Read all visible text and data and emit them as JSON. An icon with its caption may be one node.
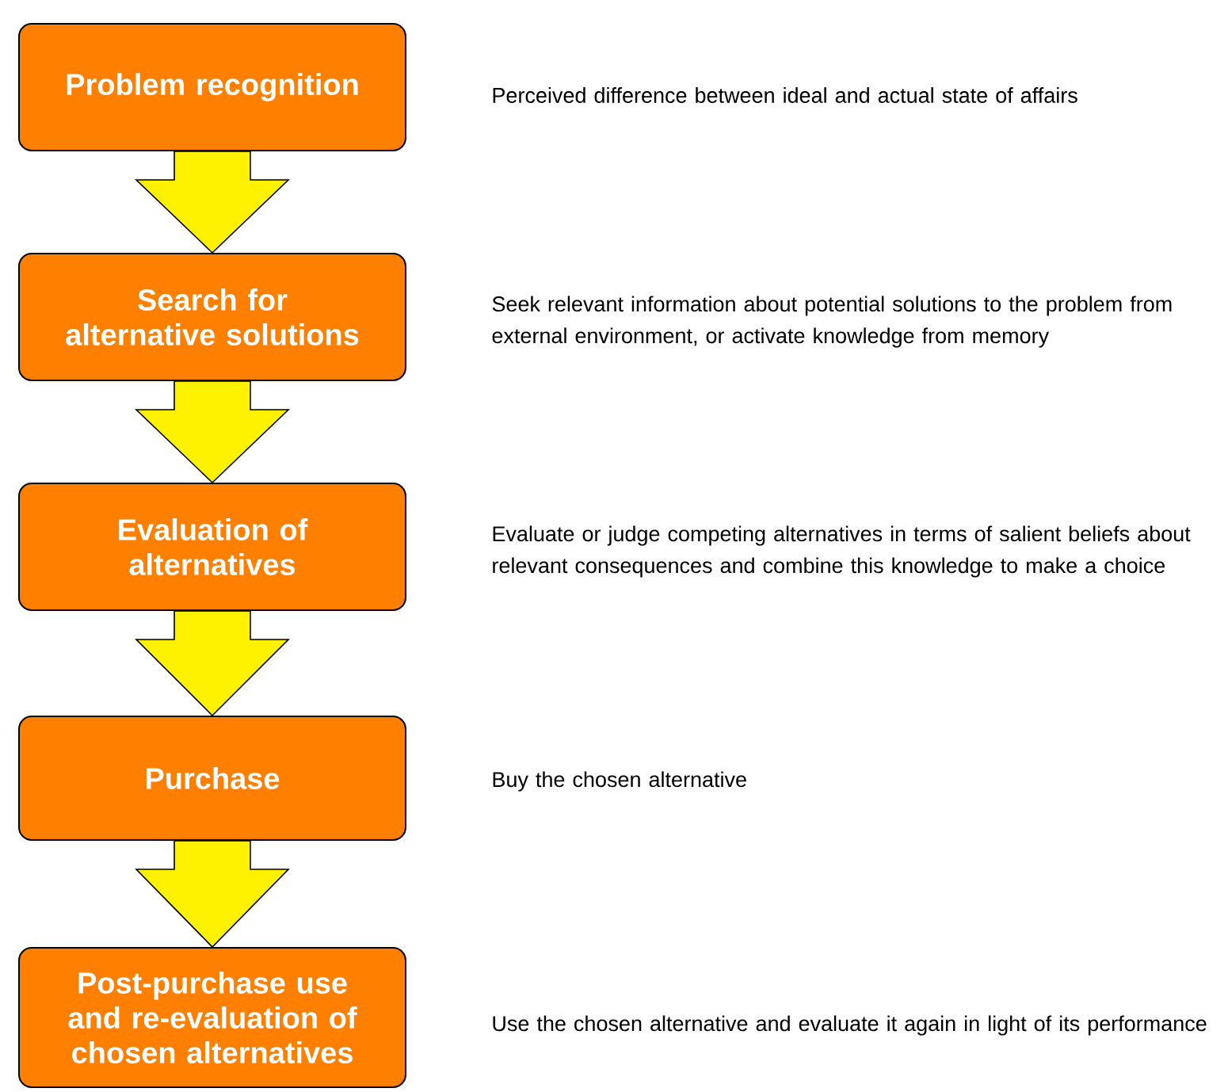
{
  "diagram": {
    "nodes": [
      {
        "text": [
          "Problem recognition"
        ]
      },
      {
        "text": [
          "Search for alternative solutions"
        ]
      },
      {
        "text": [
          "Evaluation of alternatives"
        ]
      },
      {
        "text": [
          "Purchase"
        ]
      },
      {
        "text": [
          "Post-purchase use and re-evaluation of chosen alternatives"
        ]
      }
    ],
    "edges": [
      {
        "from": 0,
        "to": 1,
        "arrow": "to"
      },
      {
        "from": 1,
        "to": 2,
        "arrow": "to"
      },
      {
        "from": 2,
        "to": 3,
        "arrow": "to"
      },
      {
        "from": 3,
        "to": 4,
        "arrow": "to"
      }
    ],
    "labels": [
      "Perceived difference between ideal and actual state of affairs",
      "Seek relevant information about potential solutions to the problem from external environment, or activate knowledge from memory",
      "Evaluate or judge competing alternatives in terms of salient beliefs about relevant consequences and combine this knowledge to make a choice",
      "Buy the chosen alternative",
      "Use the chosen alternative and evaluate it again in light of its performance"
    ]
  }
}
